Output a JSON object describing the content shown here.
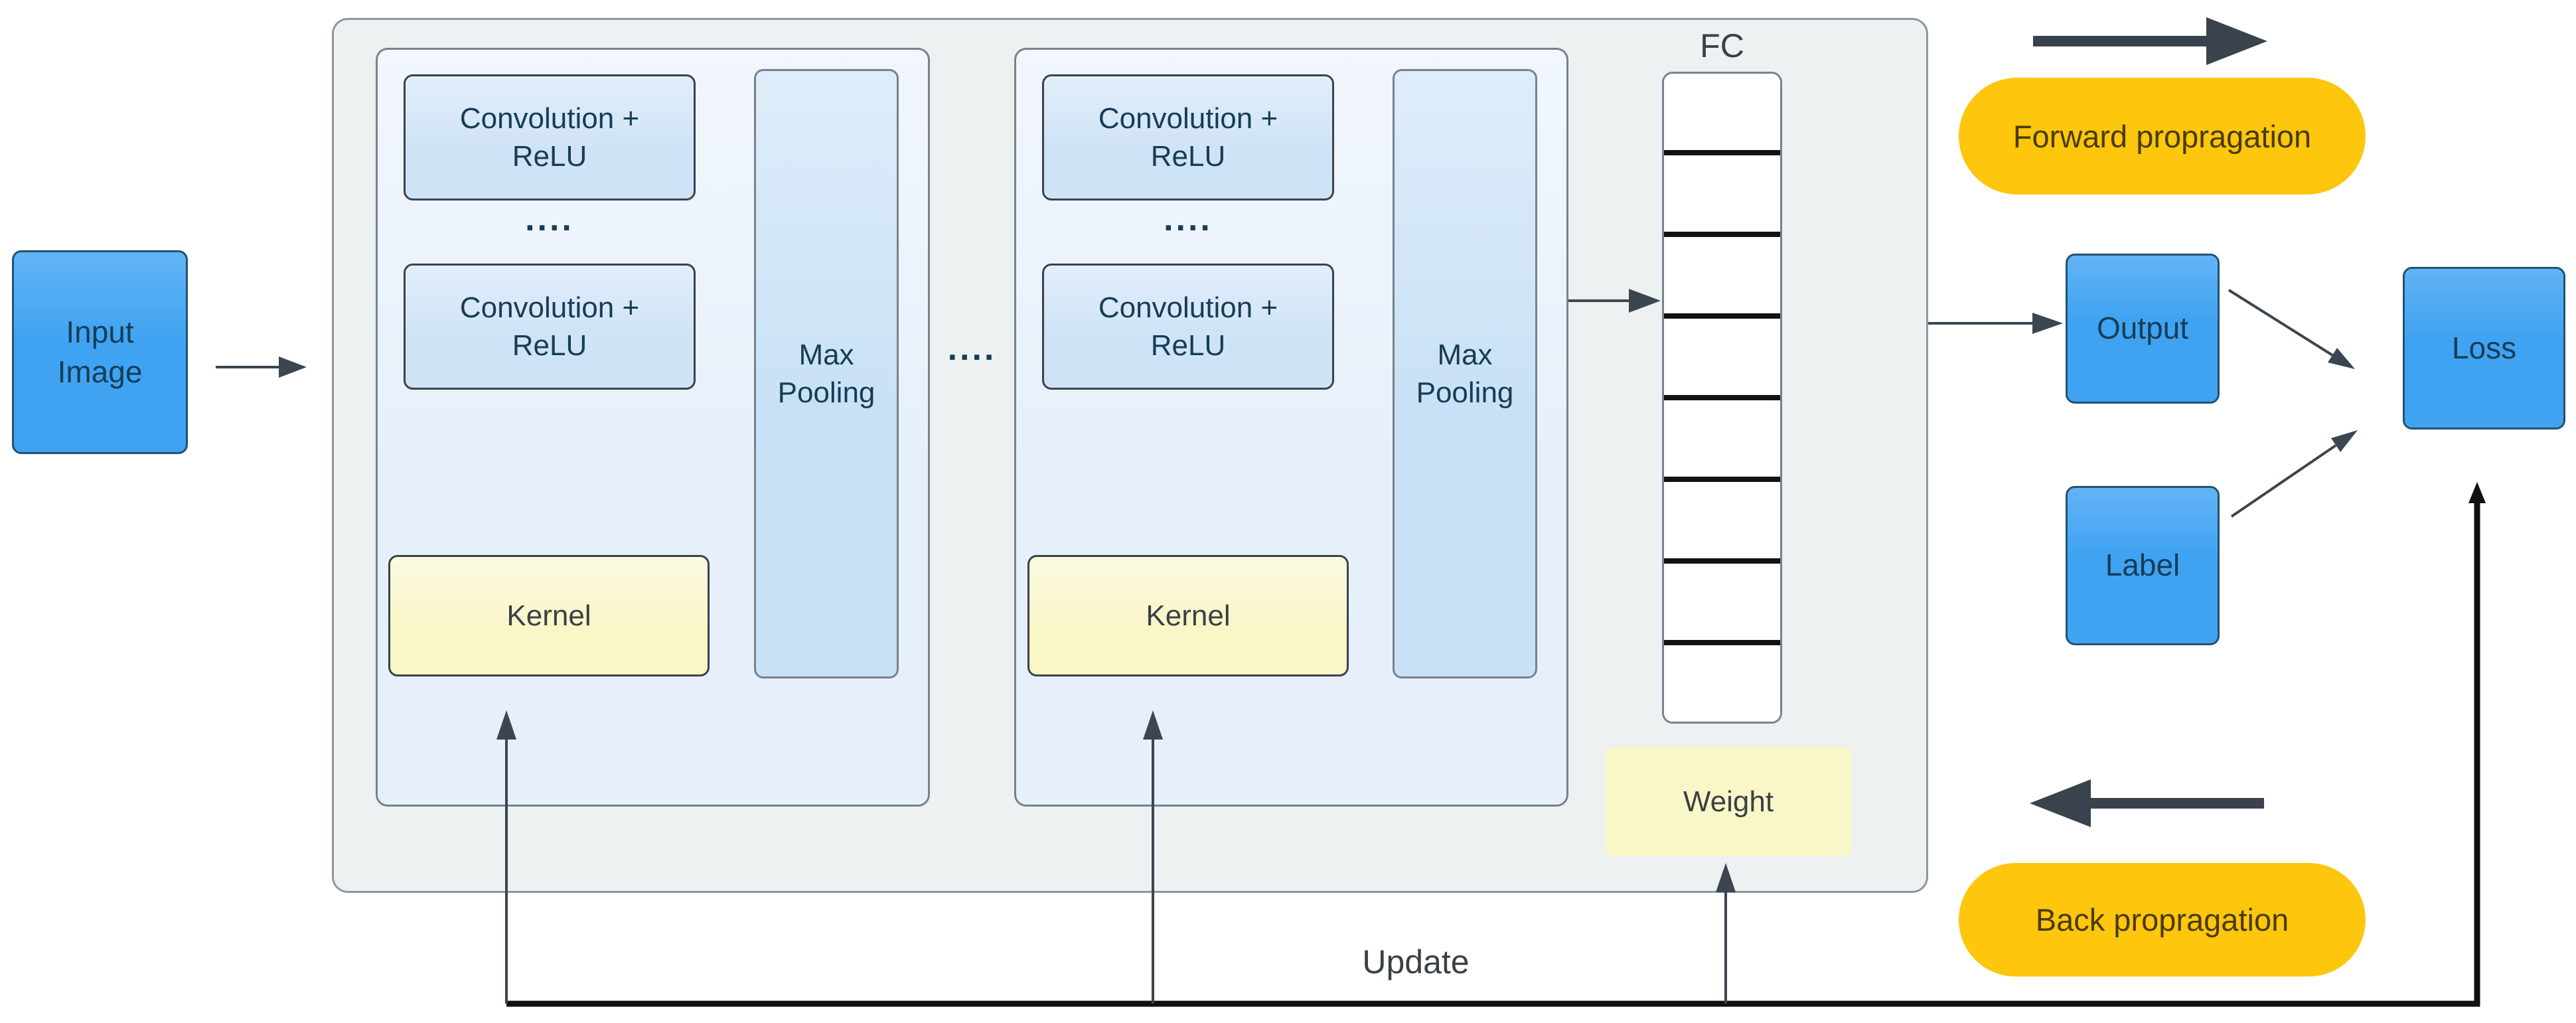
{
  "colors": {
    "box-blue": "#3fa3f2",
    "box-blue-border": "#24526f",
    "box-blue-text": "#173d56",
    "conv-blue": "#cfe3f7",
    "pool-blue": "#c9e1f6",
    "block-bg": "#e7f0fa",
    "block-border": "#76828e",
    "container-bg": "#edf1f1",
    "container-border": "#8e979e",
    "yellow": "#f9f6c8",
    "gold": "#fec60c",
    "pill-text": "#4a3c07",
    "dark-border": "#39434e",
    "arrow": "#3c4650",
    "update-line": "#111111",
    "gray-text": "#3b4045"
  },
  "input_box": {
    "label": "Input Image"
  },
  "network_container": {
    "blocks": [
      {
        "conv_top": "Convolution + ReLU",
        "dots": "....",
        "conv_bottom": "Convolution + ReLU",
        "kernel": "Kernel",
        "pooling": "Max Pooling"
      },
      {
        "conv_top": "Convolution + ReLU",
        "dots": "....",
        "conv_bottom": "Convolution + ReLU",
        "kernel": "Kernel",
        "pooling": "Max Pooling"
      }
    ],
    "between_blocks_dots": "....",
    "fc": {
      "label": "FC",
      "cell_count": 8
    },
    "weight": {
      "label": "Weight"
    }
  },
  "right_side": {
    "output": "Output",
    "label": "Label",
    "loss": "Loss"
  },
  "legend": {
    "forward": "Forward propragation",
    "back": "Back propragation"
  },
  "update_label": "Update"
}
